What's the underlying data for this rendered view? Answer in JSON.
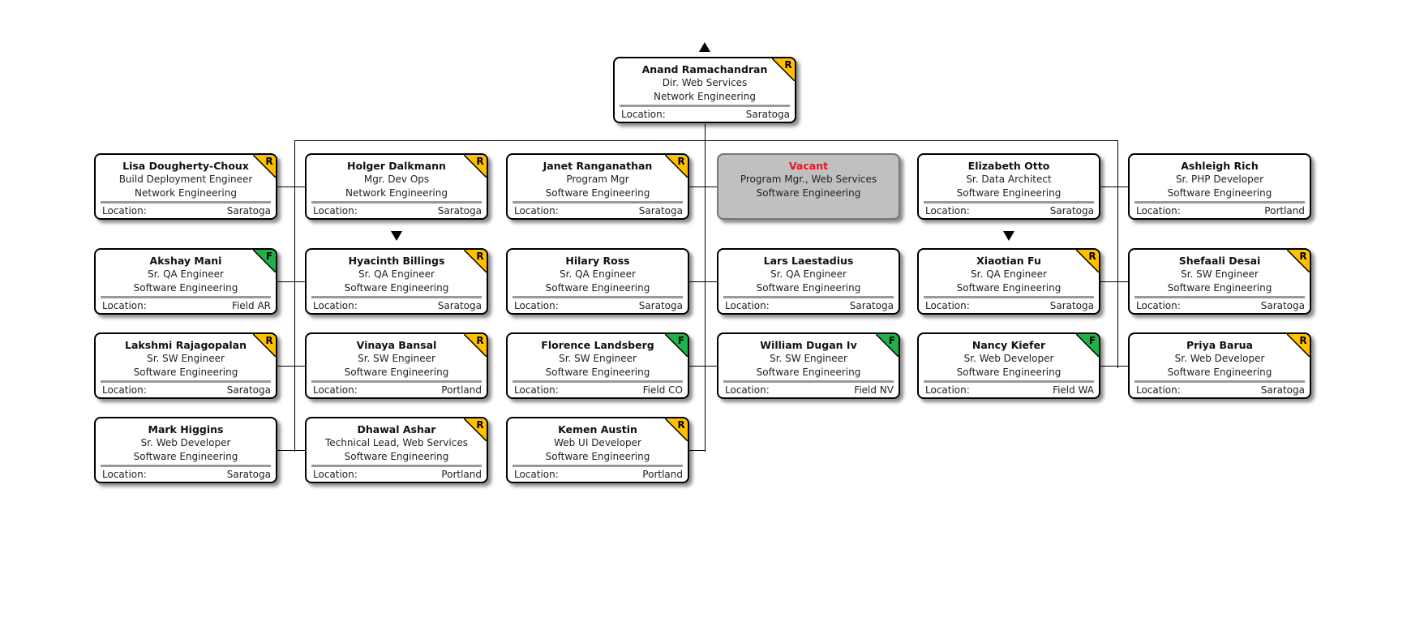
{
  "colors": {
    "R": "#FFC000",
    "F": "#22B04B",
    "vacant_name": "#E8141E"
  },
  "location_label": "Location:",
  "root": {
    "name": "Anand Ramachandran",
    "title": "Dir. Web Services",
    "dept": "Network Engineering",
    "location": "Saratoga",
    "badge": "R"
  },
  "columns": [
    [
      {
        "name": "Lisa Dougherty-Choux",
        "title": "Build Deployment Engineer",
        "dept": "Network Engineering",
        "location": "Saratoga",
        "badge": "R"
      },
      {
        "name": "Akshay Mani",
        "title": "Sr. QA Engineer",
        "dept": "Software Engineering",
        "location": "Field AR",
        "badge": "F"
      },
      {
        "name": "Lakshmi Rajagopalan",
        "title": "Sr. SW Engineer",
        "dept": "Software Engineering",
        "location": "Saratoga",
        "badge": "R"
      },
      {
        "name": "Mark Higgins",
        "title": "Sr. Web Developer",
        "dept": "Software Engineering",
        "location": "Saratoga",
        "badge": ""
      }
    ],
    [
      {
        "name": "Holger Dalkmann",
        "title": "Mgr. Dev Ops",
        "dept": "Network Engineering",
        "location": "Saratoga",
        "badge": "R",
        "collapsed": true
      },
      {
        "name": "Hyacinth Billings",
        "title": "Sr. QA Engineer",
        "dept": "Software Engineering",
        "location": "Saratoga",
        "badge": "R"
      },
      {
        "name": "Vinaya Bansal",
        "title": "Sr. SW Engineer",
        "dept": "Software Engineering",
        "location": "Portland",
        "badge": "R"
      },
      {
        "name": "Dhawal Ashar",
        "title": "Technical Lead, Web Services",
        "dept": "Software Engineering",
        "location": "Portland",
        "badge": "R"
      }
    ],
    [
      {
        "name": "Janet Ranganathan",
        "title": "Program Mgr",
        "dept": "Software Engineering",
        "location": "Saratoga",
        "badge": "R"
      },
      {
        "name": "Hilary Ross",
        "title": "Sr. QA Engineer",
        "dept": "Software Engineering",
        "location": "Saratoga",
        "badge": ""
      },
      {
        "name": "Florence Landsberg",
        "title": "Sr. SW Engineer",
        "dept": "Software Engineering",
        "location": "Field CO",
        "badge": "F"
      },
      {
        "name": "Kemen Austin",
        "title": "Web UI Developer",
        "dept": "Software Engineering",
        "location": "Portland",
        "badge": "R"
      }
    ],
    [
      {
        "name": "Vacant",
        "title": "Program Mgr., Web Services",
        "dept": "Software Engineering",
        "location": "",
        "badge": "",
        "vacant": true
      },
      {
        "name": "Lars Laestadius",
        "title": "Sr. QA Engineer",
        "dept": "Software Engineering",
        "location": "Saratoga",
        "badge": ""
      },
      {
        "name": "William Dugan Iv",
        "title": "Sr. SW Engineer",
        "dept": "Software Engineering",
        "location": "Field NV",
        "badge": "F"
      }
    ],
    [
      {
        "name": "Elizabeth Otto",
        "title": "Sr. Data Architect",
        "dept": "Software Engineering",
        "location": "Saratoga",
        "badge": "",
        "collapsed": true
      },
      {
        "name": "Xiaotian Fu",
        "title": "Sr. QA Engineer",
        "dept": "Software Engineering",
        "location": "Saratoga",
        "badge": "R"
      },
      {
        "name": "Nancy Kiefer",
        "title": "Sr. Web Developer",
        "dept": "Software Engineering",
        "location": "Field WA",
        "badge": "F"
      }
    ],
    [
      {
        "name": "Ashleigh Rich",
        "title": "Sr. PHP Developer",
        "dept": "Software Engineering",
        "location": "Portland",
        "badge": ""
      },
      {
        "name": "Shefaali Desai",
        "title": "Sr. SW Engineer",
        "dept": "Software Engineering",
        "location": "Saratoga",
        "badge": "R"
      },
      {
        "name": "Priya Barua",
        "title": "Sr. Web Developer",
        "dept": "Software Engineering",
        "location": "Saratoga",
        "badge": "R"
      }
    ]
  ]
}
